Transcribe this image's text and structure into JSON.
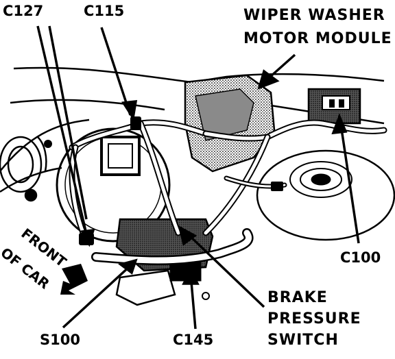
{
  "labels": {
    "c127": "C127",
    "c115": "C115",
    "wiper_line1": "WIPER WASHER",
    "wiper_line2": "MOTOR MODULE",
    "c100": "C100",
    "brake_line1": "BRAKE",
    "brake_line2": "PRESSURE",
    "brake_line3": "SWITCH",
    "s100": "S100",
    "c145": "C145",
    "front_line1": "FRONT",
    "front_line2": "OF CAR"
  },
  "colors": {
    "ink": "#000000",
    "paper": "#ffffff",
    "shade": "#9a9a9a"
  }
}
